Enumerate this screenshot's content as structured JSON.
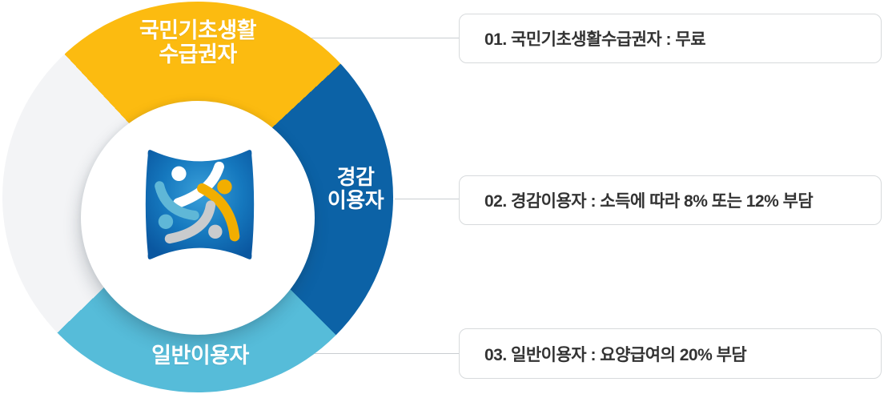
{
  "colors": {
    "seg-yellow": "#FCBB10",
    "seg-blue": "#0C62A6",
    "seg-lightblue": "#56BCD9",
    "seg-gray": "#F3F4F6",
    "line": "#C9CDD1",
    "box-border": "#D7DADC",
    "text-dark": "#333333",
    "logo-blue-center": "#3AA0DA",
    "logo-blue-edge": "#0A57A0",
    "logo-yellow": "#F2AE00",
    "logo-lightblue": "#5FB7D7",
    "logo-gray": "#C9CBCD"
  },
  "donut": {
    "center_logo_icon": "four-figures-pinwheel-logo",
    "segments": [
      {
        "id": "basic-livelihood-recipient",
        "label": "국민기초생활\n수급권자",
        "color": "#FCBB10",
        "position": "top"
      },
      {
        "id": "reduced-fee-user",
        "label": "경감\n이용자",
        "color": "#0C62A6",
        "position": "right"
      },
      {
        "id": "general-user",
        "label": "일반이용자",
        "color": "#56BCD9",
        "position": "bottom"
      },
      {
        "id": "empty-segment",
        "label": "",
        "color": "#F3F4F6",
        "position": "left"
      }
    ]
  },
  "callouts": [
    {
      "text": "01. 국민기초생활수급권자 : 무료"
    },
    {
      "text": "02. 경감이용자 : 소득에 따라 8% 또는 12% 부담"
    },
    {
      "text": "03. 일반이용자 : 요양급여의 20% 부담"
    }
  ]
}
